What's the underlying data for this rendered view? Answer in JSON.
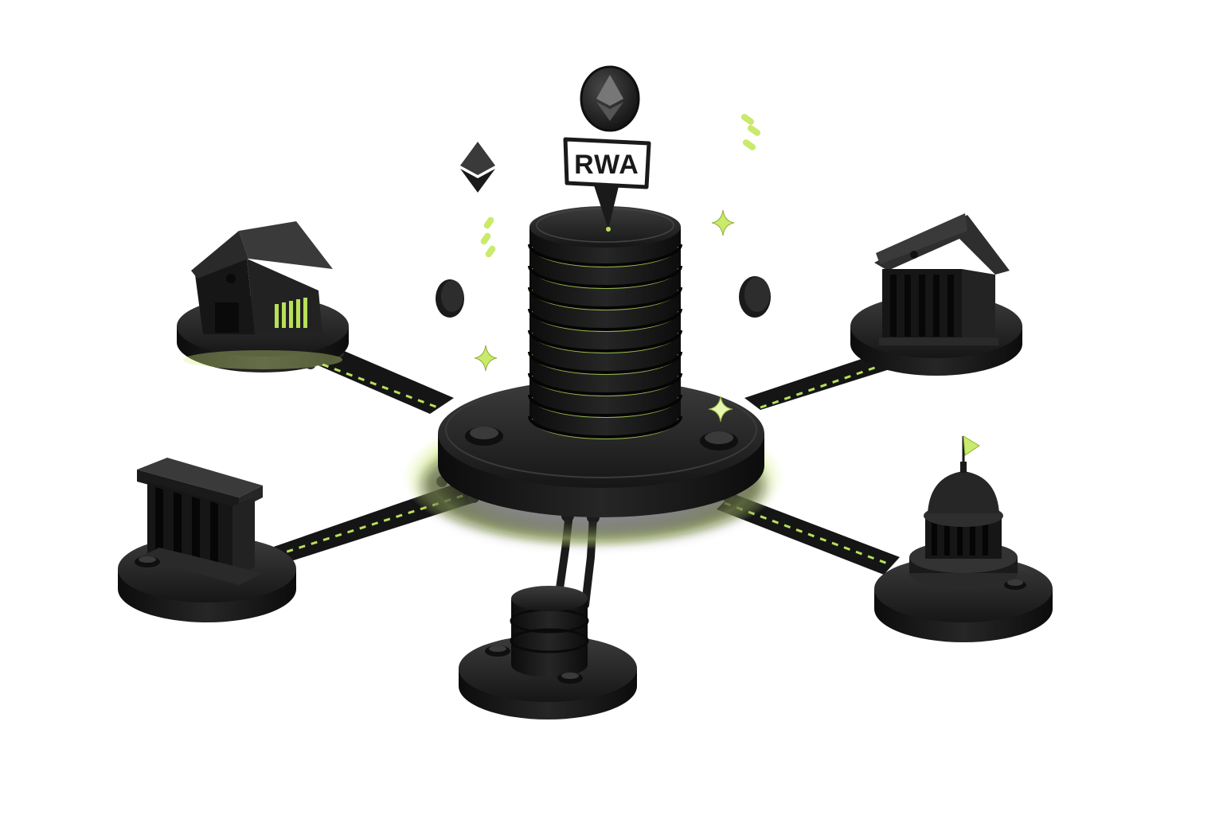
{
  "scene": {
    "center_label": "RWA",
    "nodes": [
      {
        "id": "house",
        "icon": "house-icon"
      },
      {
        "id": "bank-right",
        "icon": "bank-icon"
      },
      {
        "id": "courthouse-left",
        "icon": "courthouse-icon"
      },
      {
        "id": "capitol",
        "icon": "capitol-dome-icon"
      },
      {
        "id": "coin-stack",
        "icon": "coin-stack-icon"
      }
    ],
    "floating_icons": [
      "ethereum-coin-icon",
      "ethereum-diamond-icon",
      "sparkle-icon",
      "coin-icon"
    ],
    "colors": {
      "body": "#1c1c1c",
      "body_dark": "#0d0d0d",
      "highlight": "#3a3a3a",
      "accent": "#b8e05a",
      "glow": "#d9f28a"
    }
  }
}
